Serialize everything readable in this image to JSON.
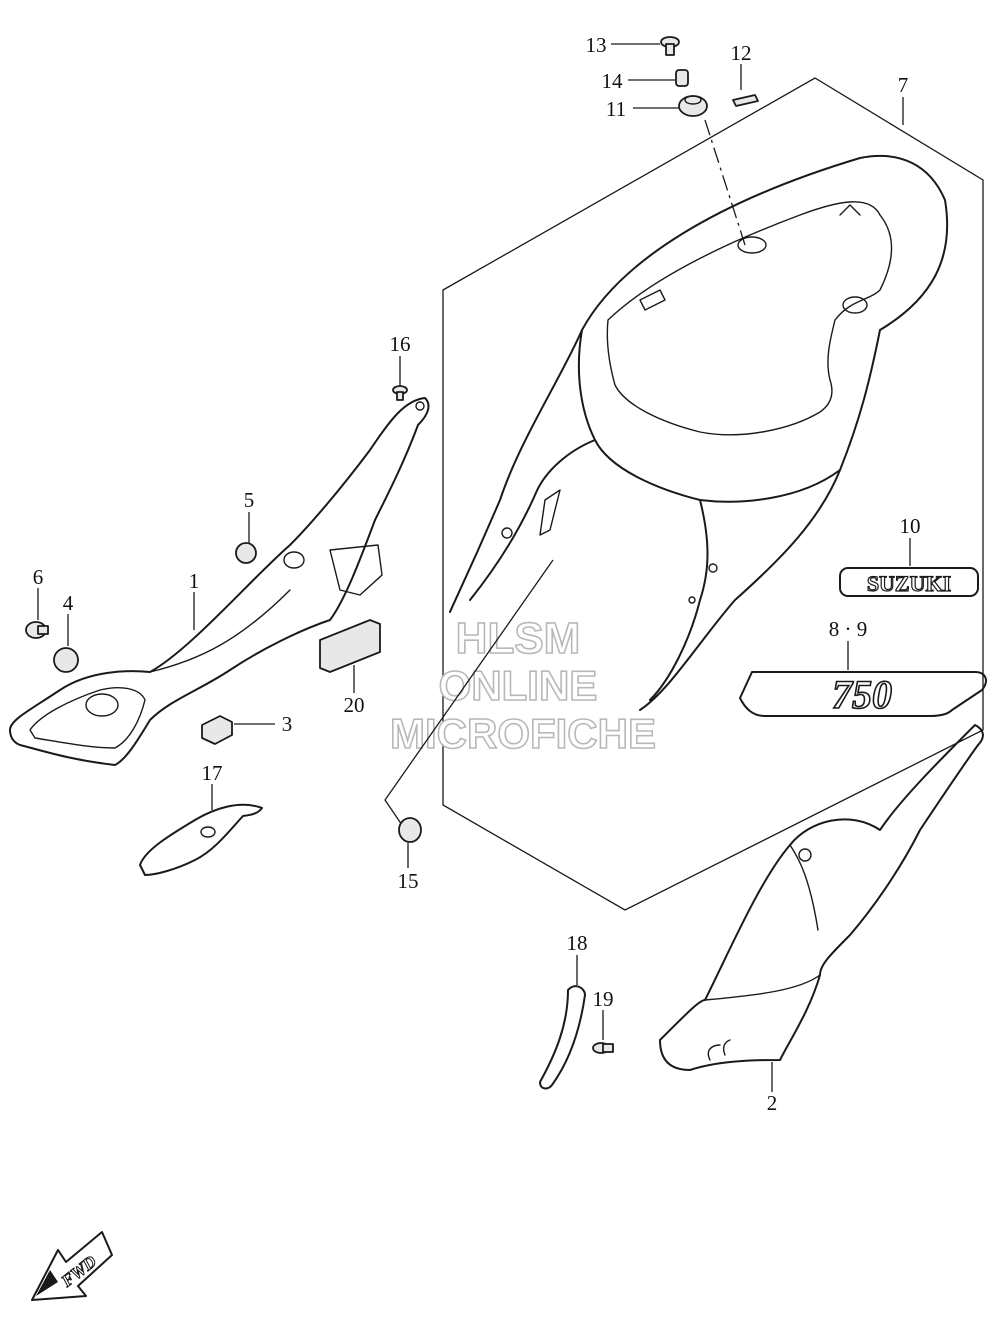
{
  "callouts": {
    "n1": "1",
    "n2": "2",
    "n3": "3",
    "n4": "4",
    "n5": "5",
    "n6": "6",
    "n7": "7",
    "n8_9": "8 · 9",
    "n10": "10",
    "n11": "11",
    "n12": "12",
    "n13": "13",
    "n14": "14",
    "n15": "15",
    "n16": "16",
    "n17": "17",
    "n18": "18",
    "n19": "19",
    "n20": "20"
  },
  "emblems": {
    "brand": "SUZUKI",
    "model": "750"
  },
  "fwd_arrow": "FWD",
  "watermark": {
    "line1": "HLSM",
    "line2": "ONLINE",
    "line3": "MICROFICHE"
  }
}
